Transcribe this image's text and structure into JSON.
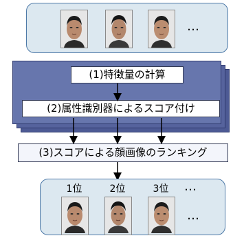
{
  "steps": {
    "step1": "(1)特徴量の計算",
    "step2": "(2)属性識別器によるスコア付け",
    "step3": "(3)スコアによる顔画像のランキング"
  },
  "top_panel": {
    "ellipsis": "…"
  },
  "bottom_panel": {
    "ranks": [
      "1位",
      "2位",
      "3位"
    ],
    "ellipsis_top": "…",
    "ellipsis_bottom": "…"
  },
  "colors": {
    "panel_fill": "#dce8f0",
    "panel_border": "#4e7aa8",
    "stack_fill": "#5e6ca6",
    "step_box_fill": "#ffffff"
  }
}
